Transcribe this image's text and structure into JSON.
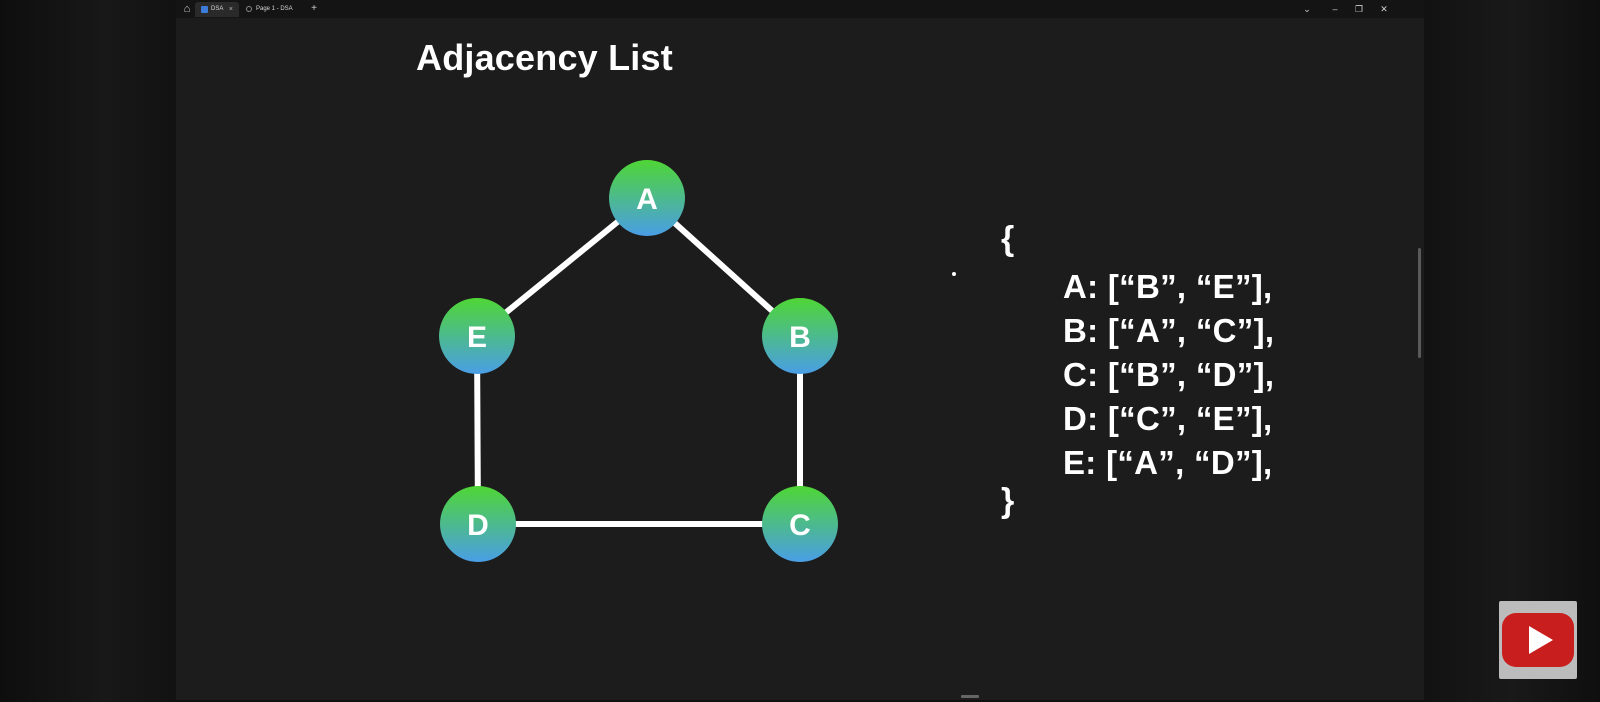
{
  "browser": {
    "tabs": [
      {
        "label": "DSA",
        "close": "×",
        "active": true
      },
      {
        "label": "Page 1 - DSA",
        "active": false
      }
    ],
    "new_tab": "+",
    "controls": {
      "dropdown": "⌄",
      "minimize": "–",
      "restore": "❐",
      "close": "✕"
    }
  },
  "slide": {
    "title": "Adjacency List",
    "graph": {
      "nodes": [
        "A",
        "B",
        "C",
        "D",
        "E"
      ],
      "node_color_top": "#4fd635",
      "node_color_bottom": "#4a9ee6",
      "edge_color": "#ffffff"
    },
    "code": {
      "open": "{",
      "lines": [
        "A: [“B”, “E”],",
        "B: [“A”, “C”],",
        "C: [“B”, “D”],",
        "D: [“C”, “E”],",
        "E: [“A”, “D”],"
      ],
      "close": "}"
    }
  },
  "overlay": {
    "icon": "youtube-icon",
    "color": "#c81e1e"
  }
}
